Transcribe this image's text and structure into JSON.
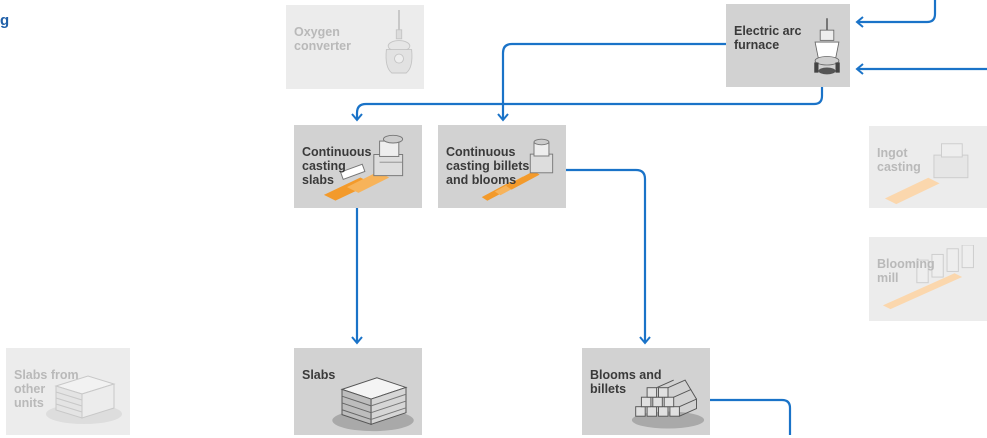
{
  "corner_fragment": "g",
  "colors": {
    "flow_arrow": "#1a73c8",
    "node_active": "#d2d2d2",
    "node_faded": "#ececec",
    "text_active": "#3a3a3a",
    "text_faded": "#b9b9b9",
    "casting_orange": "#f39a2b"
  },
  "nodes": {
    "oxygen_converter": {
      "label": "Oxygen\nconverter",
      "icon": "converter-icon"
    },
    "electric_arc_furnace": {
      "label": "Electric arc\nfurnace",
      "icon": "furnace-icon"
    },
    "cc_slabs": {
      "label": "Continuous\ncasting\nslabs",
      "icon": "slab-caster-icon"
    },
    "cc_billets_blooms": {
      "label": "Continuous\ncasting billets\nand blooms",
      "icon": "billet-caster-icon"
    },
    "ingot_casting": {
      "label": "Ingot\ncasting",
      "icon": "ingot-caster-icon"
    },
    "blooming_mill": {
      "label": "Blooming\nmill",
      "icon": "mill-icon"
    },
    "slabs_other_units": {
      "label": "Slabs from\nother\nunits",
      "icon": "slab-stack-icon"
    },
    "slabs": {
      "label": "Slabs",
      "icon": "slab-stack-icon"
    },
    "blooms_billets": {
      "label": "Blooms and\nbillets",
      "icon": "billet-bundle-icon"
    }
  }
}
